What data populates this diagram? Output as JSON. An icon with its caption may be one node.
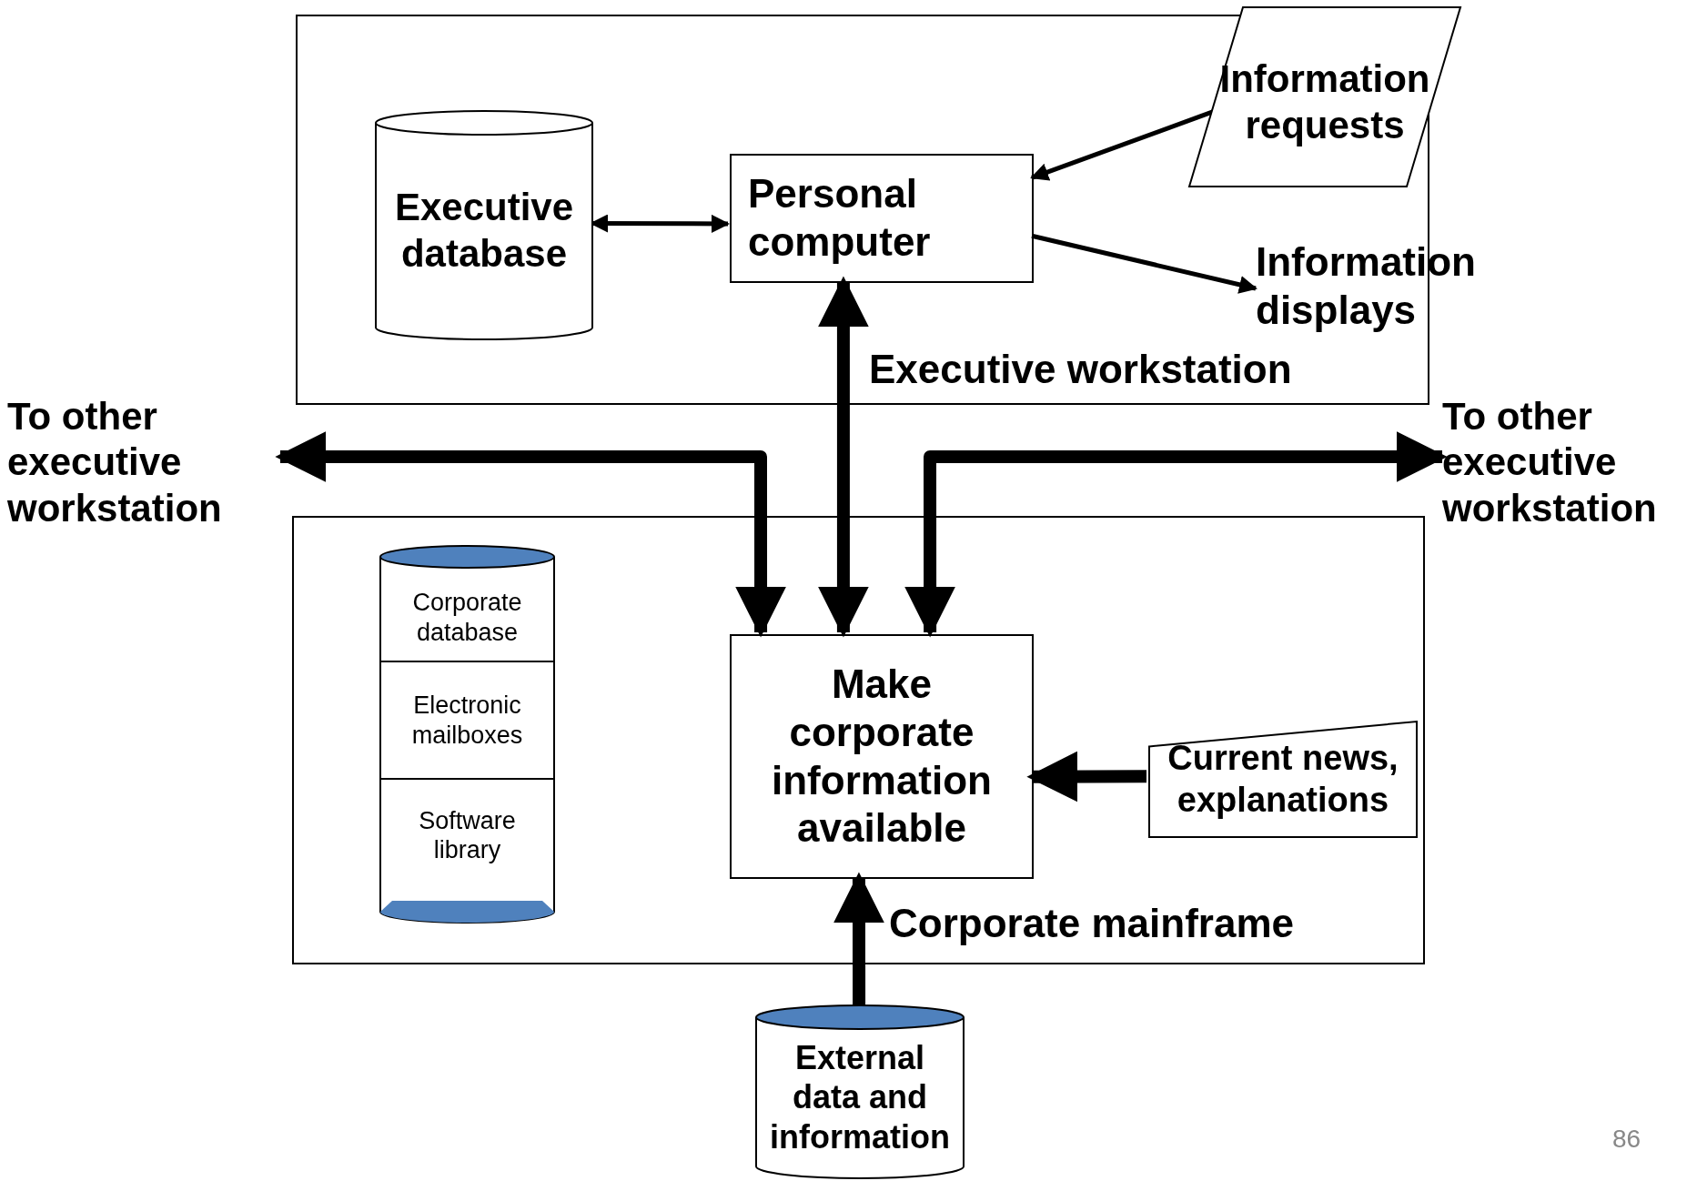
{
  "diagram": {
    "nodes": [
      {
        "text": [
          "Executive workstation"
        ]
      },
      {
        "text": [
          "Executive database"
        ],
        "in": 0
      },
      {
        "text": [
          "Personal computer"
        ],
        "in": 0
      },
      {
        "text": [
          "Information requests"
        ]
      },
      {
        "text": [
          "Information displays"
        ]
      },
      {
        "text": [
          "Corporate mainframe"
        ]
      },
      {
        "text": [
          "Corporate database",
          "Electronic mailboxes",
          "Software library"
        ],
        "in": 5
      },
      {
        "text": [
          "Make corporate information available"
        ],
        "in": 5
      },
      {
        "text": [
          "Current news, explanations"
        ],
        "in": 5
      },
      {
        "text": [
          "External data and information"
        ]
      },
      {
        "text": [
          "To other executive workstation"
        ]
      },
      {
        "text": [
          "To other executive workstation"
        ]
      }
    ],
    "edges": [
      {
        "from": 1,
        "to": 2,
        "arrow": "both"
      },
      {
        "from": 3,
        "to": 2,
        "arrow": "to"
      },
      {
        "from": 2,
        "to": 4,
        "arrow": "to"
      },
      {
        "from": 7,
        "to": 2,
        "arrow": "both"
      },
      {
        "from": 10,
        "to": 7,
        "arrow": "both"
      },
      {
        "from": 11,
        "to": 7,
        "arrow": "both"
      },
      {
        "from": 8,
        "to": 7,
        "arrow": "to"
      },
      {
        "from": 9,
        "to": 7,
        "arrow": "to"
      }
    ],
    "labels": [
      "86"
    ]
  }
}
